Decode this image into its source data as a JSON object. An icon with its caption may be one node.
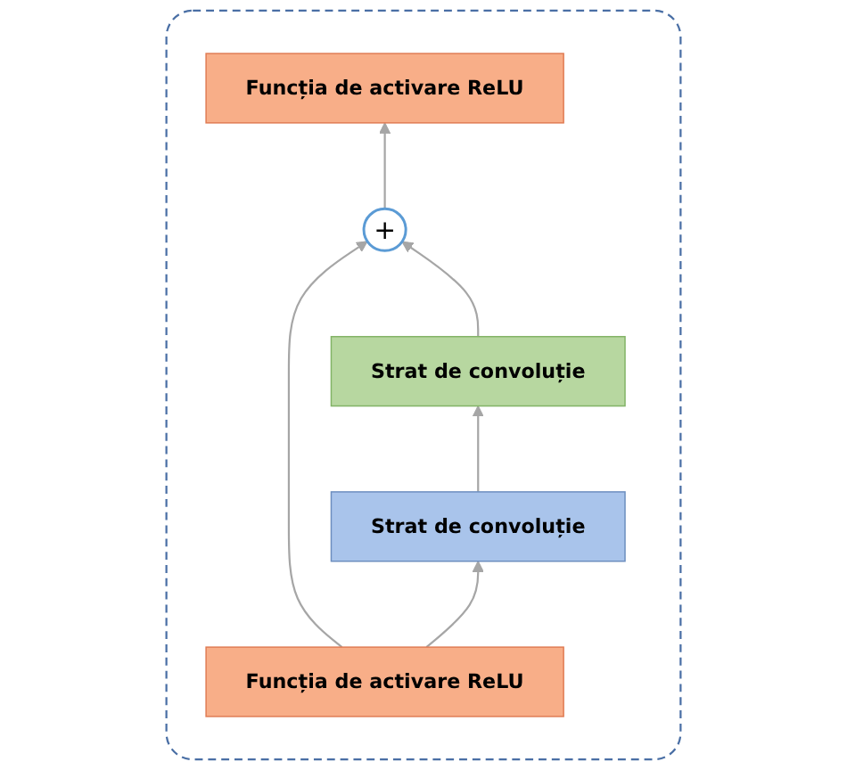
{
  "diagram": {
    "nodes": [
      {
        "text": [],
        "shape": "box"
      },
      {
        "text": [
          "Funcția de activare ReLU"
        ],
        "in": 0
      },
      {
        "text": [
          "+"
        ],
        "in": 0
      },
      {
        "text": [
          "Strat de convoluție"
        ],
        "in": 0
      },
      {
        "text": [
          "Strat de convoluție"
        ],
        "in": 0
      },
      {
        "text": [
          "Funcția de activare ReLU"
        ],
        "in": 0
      }
    ],
    "edges": [
      {
        "from": 5,
        "to": 2,
        "arrow": "to"
      },
      {
        "from": 5,
        "to": 4,
        "arrow": "to"
      },
      {
        "from": 4,
        "to": 3,
        "arrow": "to"
      },
      {
        "from": 3,
        "to": 2,
        "arrow": "to"
      },
      {
        "from": 2,
        "to": 1,
        "arrow": "to"
      }
    ]
  }
}
